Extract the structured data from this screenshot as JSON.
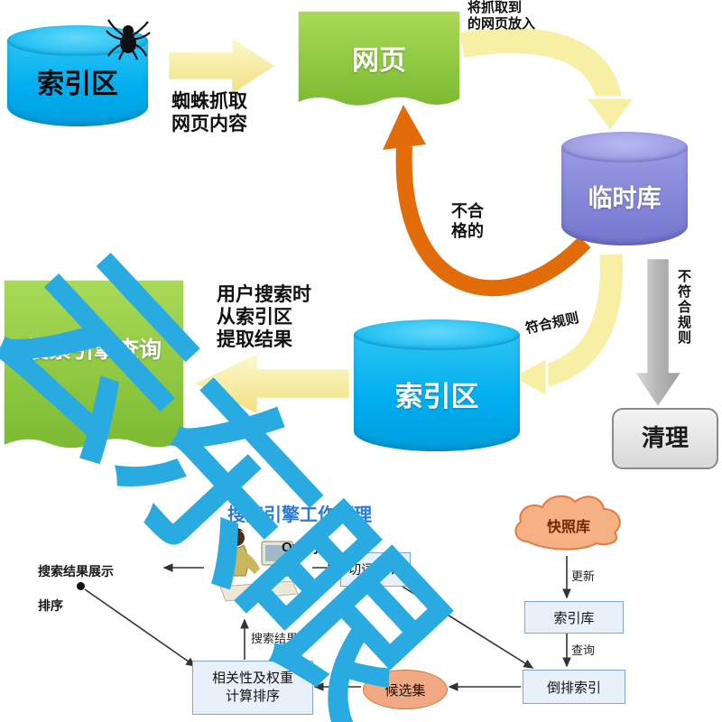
{
  "watermark": {
    "text": "云东眼",
    "color": "#29ABE2"
  },
  "top_flow": {
    "index_db_1": {
      "label": "索引区"
    },
    "webpage": {
      "label": "网页"
    },
    "temp_db": {
      "label": "临时库"
    },
    "index_db_2": {
      "label": "索引区"
    },
    "query_doc": {
      "label": "搜索引擎查询"
    },
    "clean_box": {
      "label": "清理"
    },
    "notes": {
      "crawl": "蜘蛛抓取\n网页内容",
      "store_temp": "将抓取到\n的网页放入",
      "unqualified": "不合\n格的",
      "qualified": "符合规则",
      "not_qualified_vertical": "不符合规则",
      "serve_query": "用户搜索时\n从索引区\n提取结果"
    }
  },
  "bottom_flow": {
    "heading": "搜索引擎工作原理",
    "query_label": "Query",
    "segment_box": "切词 划词",
    "snapshot_cloud": "快照库",
    "index_lib": "索引库",
    "inverted_index": "倒排索引",
    "candidate_set": "候选集",
    "rank_box": "相关性及权重\n计算排序",
    "result_label": "搜索结果",
    "left_note": "搜索结果展示\n排序",
    "edge_update": "更新",
    "edge_query": "查询"
  },
  "colors": {
    "cyan": "#00AEEF",
    "green": "#8CC63F",
    "purple": "#8E8EDC",
    "arrow_yellow": "#F7EFA4",
    "orange": "#E26B0A",
    "box_blue": "#E8F1FA",
    "salmon": "#F1A983",
    "watermark_blue": "#29ABE2"
  }
}
